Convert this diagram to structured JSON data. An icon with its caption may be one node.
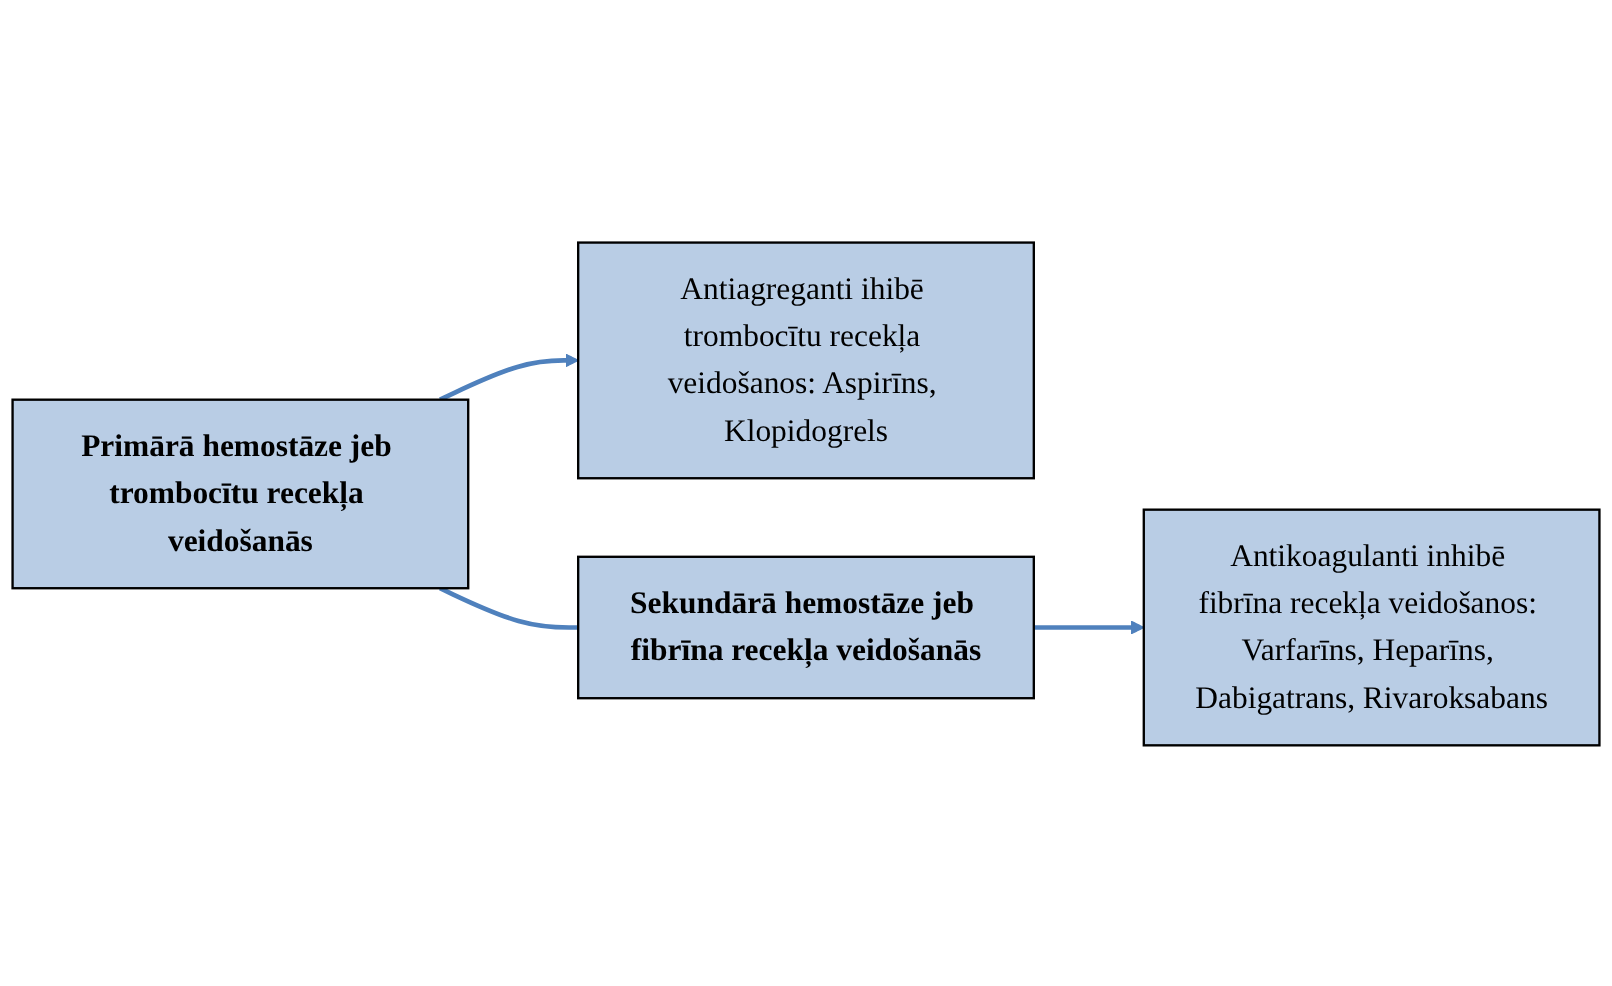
{
  "diagram": {
    "nodes": [
      {
        "text": [
          "Primārā hemostāze jeb trombocītu recekļa veidošanās"
        ]
      },
      {
        "text": [
          "Antiagreganti ihibē trombocītu recekļa veidošanos: Aspirīns, Klopidogrels"
        ]
      },
      {
        "text": [
          "Sekundārā hemostāze jeb fibrīna recekļa veidošanās"
        ]
      },
      {
        "text": [
          "Antikoagulanti inhibē fibrīna recekļa veidošanos: Varfarīns, Heparīns, Dabigatrans, Rivaroksabans"
        ]
      }
    ],
    "edges": [
      {
        "from": 0,
        "to": 1,
        "arrow": "to"
      },
      {
        "from": 0,
        "to": 2,
        "arrow": "none"
      },
      {
        "from": 2,
        "to": 3,
        "arrow": "to"
      }
    ]
  }
}
